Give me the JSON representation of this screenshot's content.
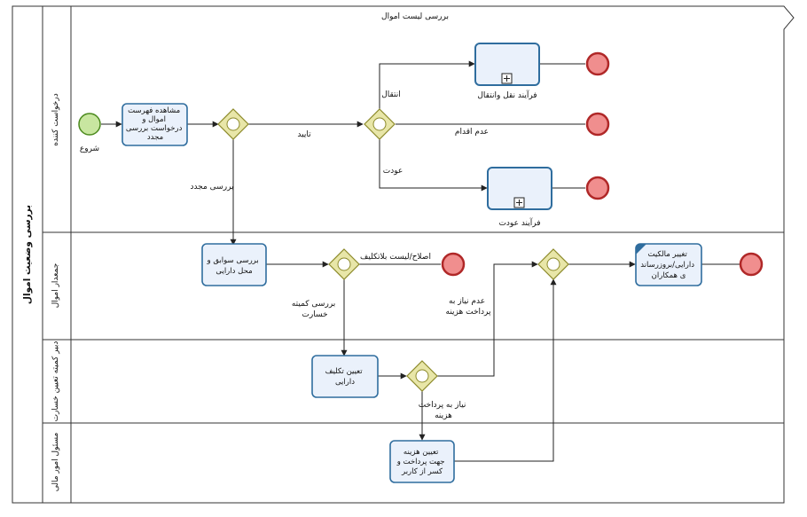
{
  "pool": {
    "title": "بررسی وضعیت اموال",
    "header_label": "بررسی لیست اموال"
  },
  "lanes": [
    {
      "id": "requester",
      "label": "درخواست کننده"
    },
    {
      "id": "collector",
      "label": "جمعدار اموال"
    },
    {
      "id": "committee",
      "label": "دبیر کمیته تعیین خسارت"
    },
    {
      "id": "finance",
      "label": "مسئول امور مالی"
    }
  ],
  "events": {
    "start_label": "شروع"
  },
  "tasks": {
    "view_list": [
      "مشاهده فهرست",
      "اموال و",
      "درخواست بررسی",
      "مجدد"
    ],
    "check_history": [
      "بررسی سوابق و",
      "محل دارایی"
    ],
    "determine_asset": [
      "تعیین تکلیف",
      "دارایی"
    ],
    "determine_cost": [
      "تعیین هزینه",
      "جهت پرداخت و",
      "کسر از کاربر"
    ],
    "change_ownership": [
      "تغییر مالکیت",
      "دارایی/بروزرساند",
      "ی همکاران"
    ],
    "transfer_process": "فرآیند نقل وانتقال",
    "return_process": "فرآیند عودت"
  },
  "flows": {
    "confirm": "تایید",
    "recheck": "بررسی مجدد",
    "transfer": "انتقال",
    "no_action": "عدم اقدام",
    "return": "عودت",
    "fix_list": "اصلاح/لیست بلاتکلیف",
    "committee_check": [
      "بررسی کمیته",
      "خسارت"
    ],
    "no_payment": [
      "عدم نیاز به",
      "پرداخت هزینه"
    ],
    "need_payment": [
      "نیاز به پرداخت",
      "هزینه"
    ]
  },
  "colors": {
    "task_fill": "#eaf1fb",
    "task_stroke": "#2f6d9e",
    "start_fill": "#c8e6a0",
    "start_stroke": "#4c8a1e",
    "end_fill": "#f08e8e",
    "end_stroke": "#b02828",
    "gateway_fill": "#e8e6a8",
    "gateway_stroke": "#8c8a2a",
    "line": "#222222"
  }
}
